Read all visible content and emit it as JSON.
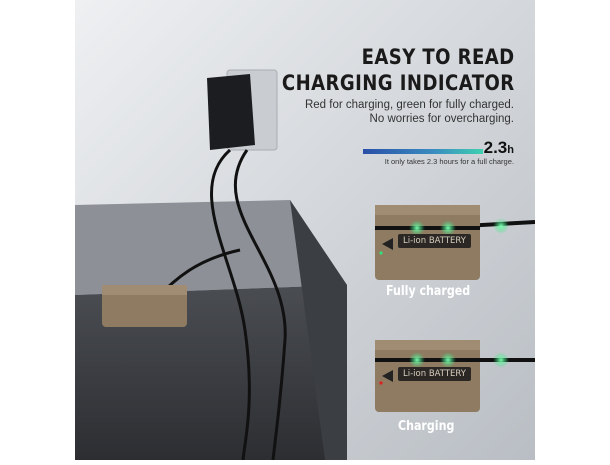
{
  "headline": {
    "line1": "EASY TO READ",
    "line2": "CHARGING INDICATOR"
  },
  "subtitle": {
    "line1": "Red for charging, green for fully charged.",
    "line2": "No worries for overcharging."
  },
  "charge_time": {
    "value": "2.3",
    "unit": "h",
    "caption": "It only takes 2.3 hours for a full charge."
  },
  "battery_label": "Li-ion BATTERY",
  "states": [
    {
      "label": "Fully charged",
      "led_color": "#33e07a"
    },
    {
      "label": "Charging",
      "led_color": "#e02020"
    }
  ],
  "colors": {
    "bar_start": "#2a4fa8",
    "bar_end": "#3fd0b0",
    "battery": "#8e7b62"
  }
}
